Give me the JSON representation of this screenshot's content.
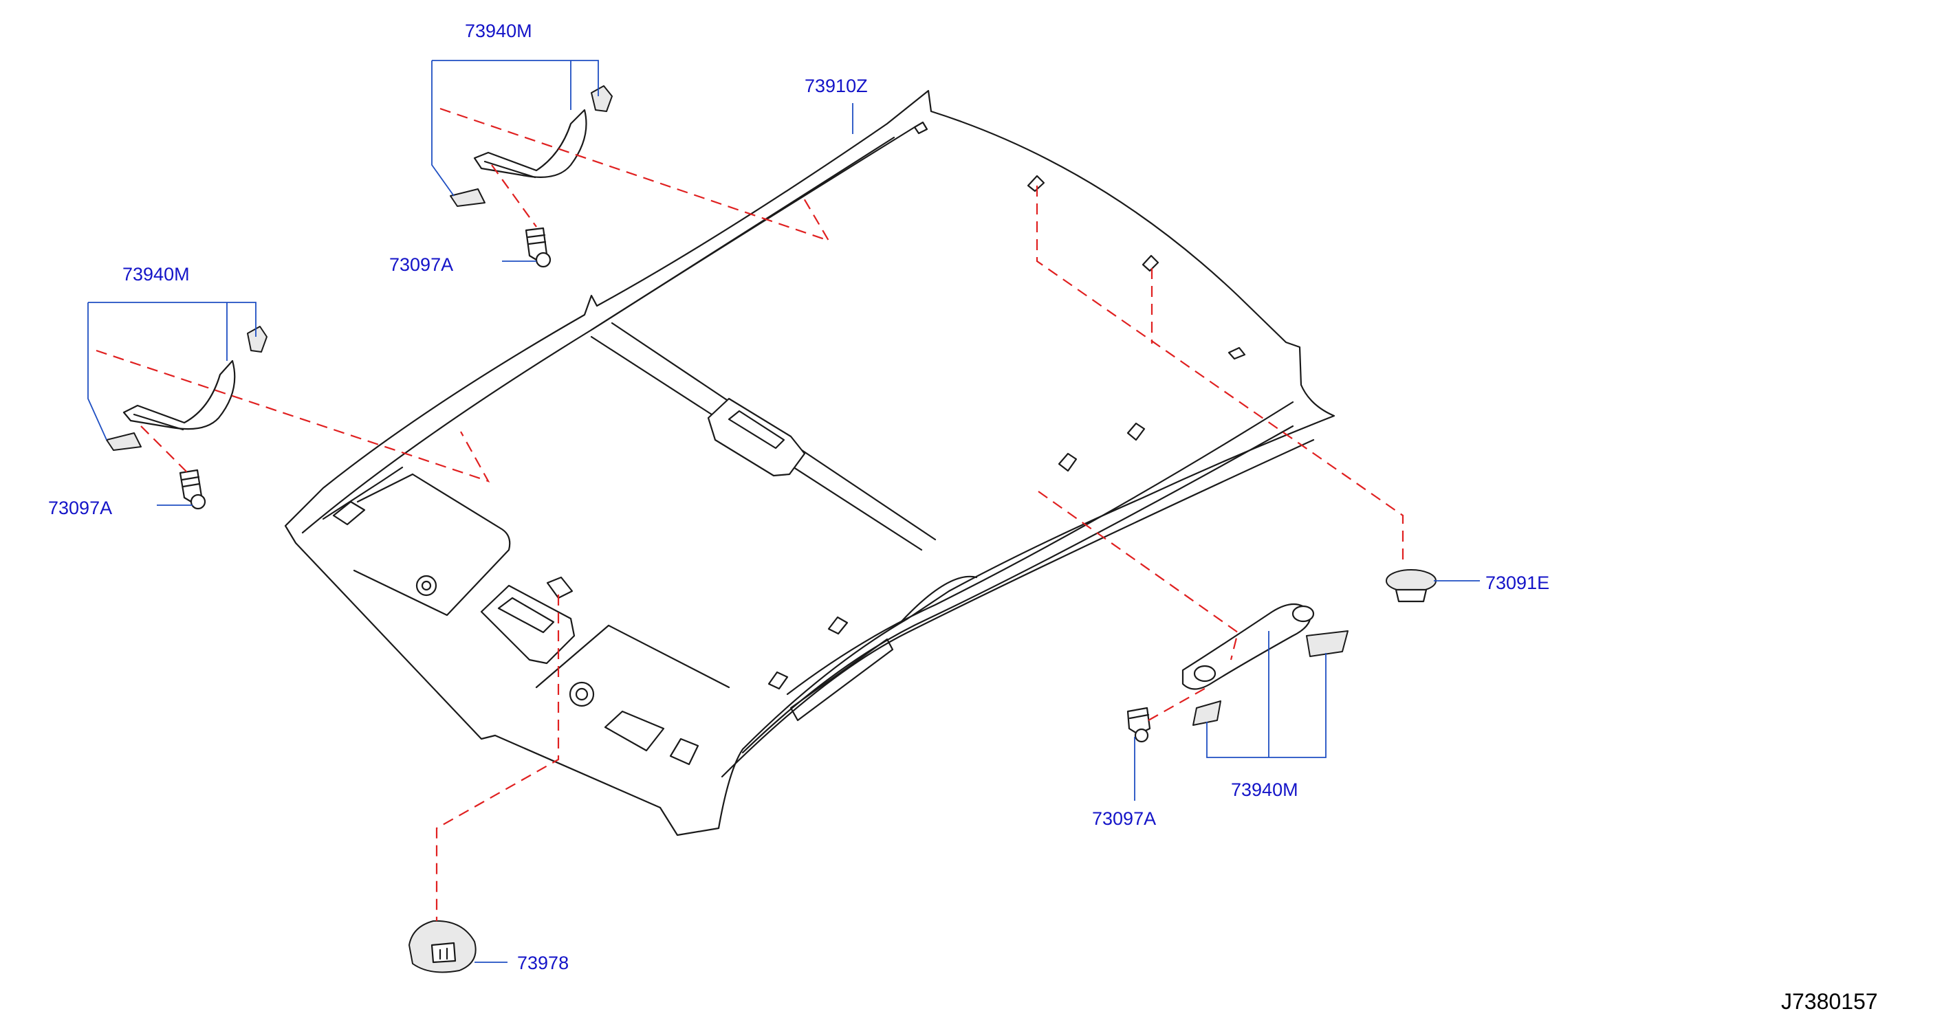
{
  "labels": {
    "headlining": "73910Z",
    "grip_upper": "73940M",
    "grip_left": "73940M",
    "grip_right": "73940M",
    "bolt_upper": "73097A",
    "bolt_left": "73097A",
    "bolt_right": "73097A",
    "clip": "73091E",
    "lamp": "73978"
  },
  "reference_code": "J7380157",
  "colors": {
    "line": "#1a1a1a",
    "label": "#1414c8",
    "leader": "#1f4fc2",
    "dashed_guide": "#e02020"
  }
}
